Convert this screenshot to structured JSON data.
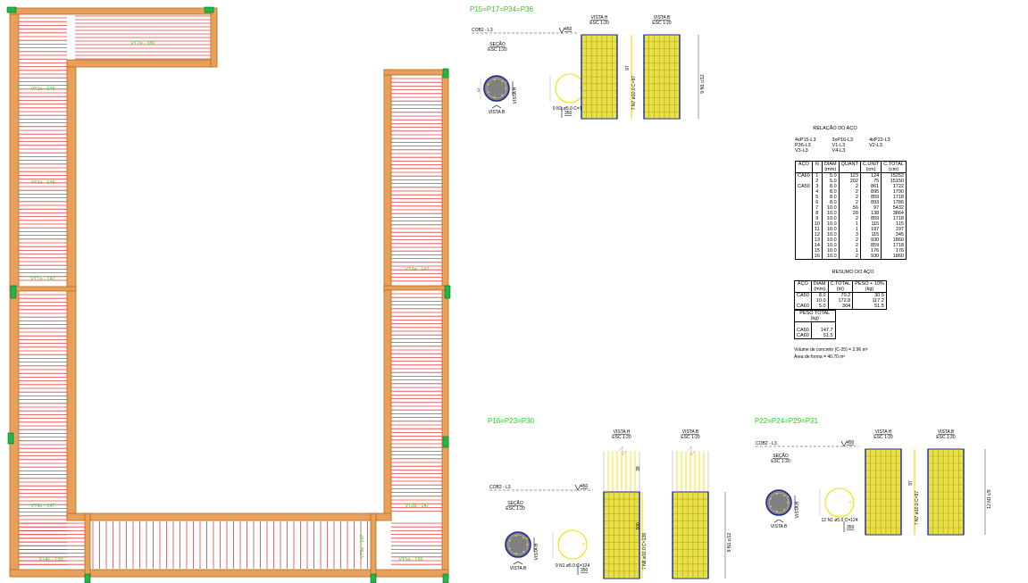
{
  "plan": {
    "slab_labels": [
      "VT2a - 380",
      "VT1c - 149",
      "VT1c - 149",
      "VT1a - 147",
      "VT4c - 147",
      "VT4c - 198",
      "VT3a - 147",
      "VT3b - 147",
      "VT5a - 195",
      "VT6c - 147"
    ]
  },
  "groups": [
    {
      "title": "P15=P17=P34=P36",
      "cob": "COB2 - L3",
      "level": "450",
      "level_lower": "350",
      "secao_title": "SEÇÃO",
      "secao_scale": "ESC 1:20",
      "vista_h_label": "VISTA H",
      "vista_b_label": "VISTA B",
      "vista_h_title": "VISTA H",
      "vista_h_scale": "ESC 1:20",
      "vista_b_title": "VISTA B",
      "vista_b_scale": "ESC 1:20",
      "stirrup_note": "9 N1 ø5.0 C=124",
      "side_dim": "12",
      "long_bar": "7 N7 ø10.0 C=97",
      "long_len": "97",
      "count_note": "9 N1 c/12"
    },
    {
      "title": "P16=P23=P30",
      "cob": "COB2 - L3",
      "level": "450",
      "level_lower": "350",
      "secao_title": "SEÇÃO",
      "secao_scale": "ESC 1:20",
      "vista_h_label": "VISTA H",
      "vista_b_label": "VISTA B",
      "vista_h_title": "VISTA H",
      "vista_h_scale": "ESC 1:20",
      "vista_b_title": "VISTA B",
      "vista_b_scale": "ESC 1:20",
      "stirrup_note": "9 N1 ø5.0 C=124",
      "long_bar": "7 N8 ø10.0 C=138",
      "long_len": "100",
      "top_len": "38",
      "count_note": "9 N1 c/12"
    },
    {
      "title": "P22=P24=P29=P31",
      "cob": "COB2 - L3",
      "level": "450",
      "level_lower": "350",
      "secao_title": "SEÇÃO",
      "secao_scale": "ESC 1:20",
      "vista_h_label": "VISTA H",
      "vista_b_label": "VISTA B",
      "vista_h_title": "VISTA H",
      "vista_h_scale": "ESC 1:20",
      "vista_b_title": "VISTA B",
      "vista_b_scale": "ESC 1:20",
      "stirrup_note": "12 N1 ø5.0 C=124",
      "long_bar": "7 N7 ø10.0 C=97",
      "long_len": "97",
      "count_note": "12 N1 c/9"
    }
  ],
  "relacao": {
    "title": "RELAÇÃO DO AÇO",
    "pillars": [
      [
        "4xP15-L3",
        "P36-L3",
        "V3-L3"
      ],
      [
        "3xP16-L3",
        "V1-L3",
        "V4-L3"
      ],
      [
        "4xP22-L3",
        "V2-L3",
        ""
      ]
    ],
    "headers": [
      "AÇO",
      "N",
      "DIAM\n(mm)",
      "QUANT",
      "C.UNIT\n(cm)",
      "C.TOTAL\n(cm)"
    ],
    "rows": [
      [
        "CA60",
        "1",
        "5.0",
        "123",
        "124",
        "15252"
      ],
      [
        "",
        "2",
        "5.0",
        "202",
        "75",
        "15150"
      ],
      [
        "CA50",
        "3",
        "8.0",
        "2",
        "861",
        "1722"
      ],
      [
        "",
        "4",
        "8.0",
        "2",
        "895",
        "1790"
      ],
      [
        "",
        "5",
        "8.0",
        "2",
        "859",
        "1718"
      ],
      [
        "",
        "6",
        "8.0",
        "2",
        "893",
        "1786"
      ],
      [
        "",
        "7",
        "10.0",
        "56",
        "97",
        "5432"
      ],
      [
        "",
        "8",
        "10.0",
        "28",
        "138",
        "3864"
      ],
      [
        "",
        "9",
        "10.0",
        "2",
        "859",
        "1718"
      ],
      [
        "",
        "10",
        "10.0",
        "1",
        "115",
        "115"
      ],
      [
        "",
        "11",
        "10.0",
        "1",
        "197",
        "197"
      ],
      [
        "",
        "12",
        "10.0",
        "3",
        "115",
        "345"
      ],
      [
        "",
        "13",
        "10.0",
        "2",
        "930",
        "1860"
      ],
      [
        "",
        "14",
        "10.0",
        "2",
        "859",
        "1718"
      ],
      [
        "",
        "15",
        "10.0",
        "1",
        "176",
        "176"
      ],
      [
        "",
        "16",
        "10.0",
        "2",
        "930",
        "1860"
      ]
    ]
  },
  "resumo": {
    "title": "RESUMO DO AÇO",
    "headers": [
      "AÇO",
      "DIAM\n(mm)",
      "C.TOTAL\n(m)",
      "PESO + 10%\n(kg)"
    ],
    "rows": [
      [
        "CA50",
        "8.0",
        "70.2",
        "30.5"
      ],
      [
        "",
        "10.0",
        "172.8",
        "117.2"
      ],
      [
        "CA60",
        "5.0",
        "304",
        "51.5"
      ]
    ],
    "peso_header": "PESO TOTAL\n(kg)",
    "peso_rows": [
      [
        "CA50",
        "147.7"
      ],
      [
        "CA60",
        "51.5"
      ]
    ],
    "volume": "Volume de concreto (C-25) = 2.96 m³",
    "forma": "Área de forma = 40.70 m²"
  },
  "colors": {
    "wood": "#e8a15a",
    "wood_edge": "#b86a20",
    "joist": "#e04040",
    "green": "#2ecc2e",
    "steel_fill": "#e6e04a",
    "steel_grid": "#b8a000",
    "concrete": "#808080",
    "navy": "#1a2a9a"
  }
}
